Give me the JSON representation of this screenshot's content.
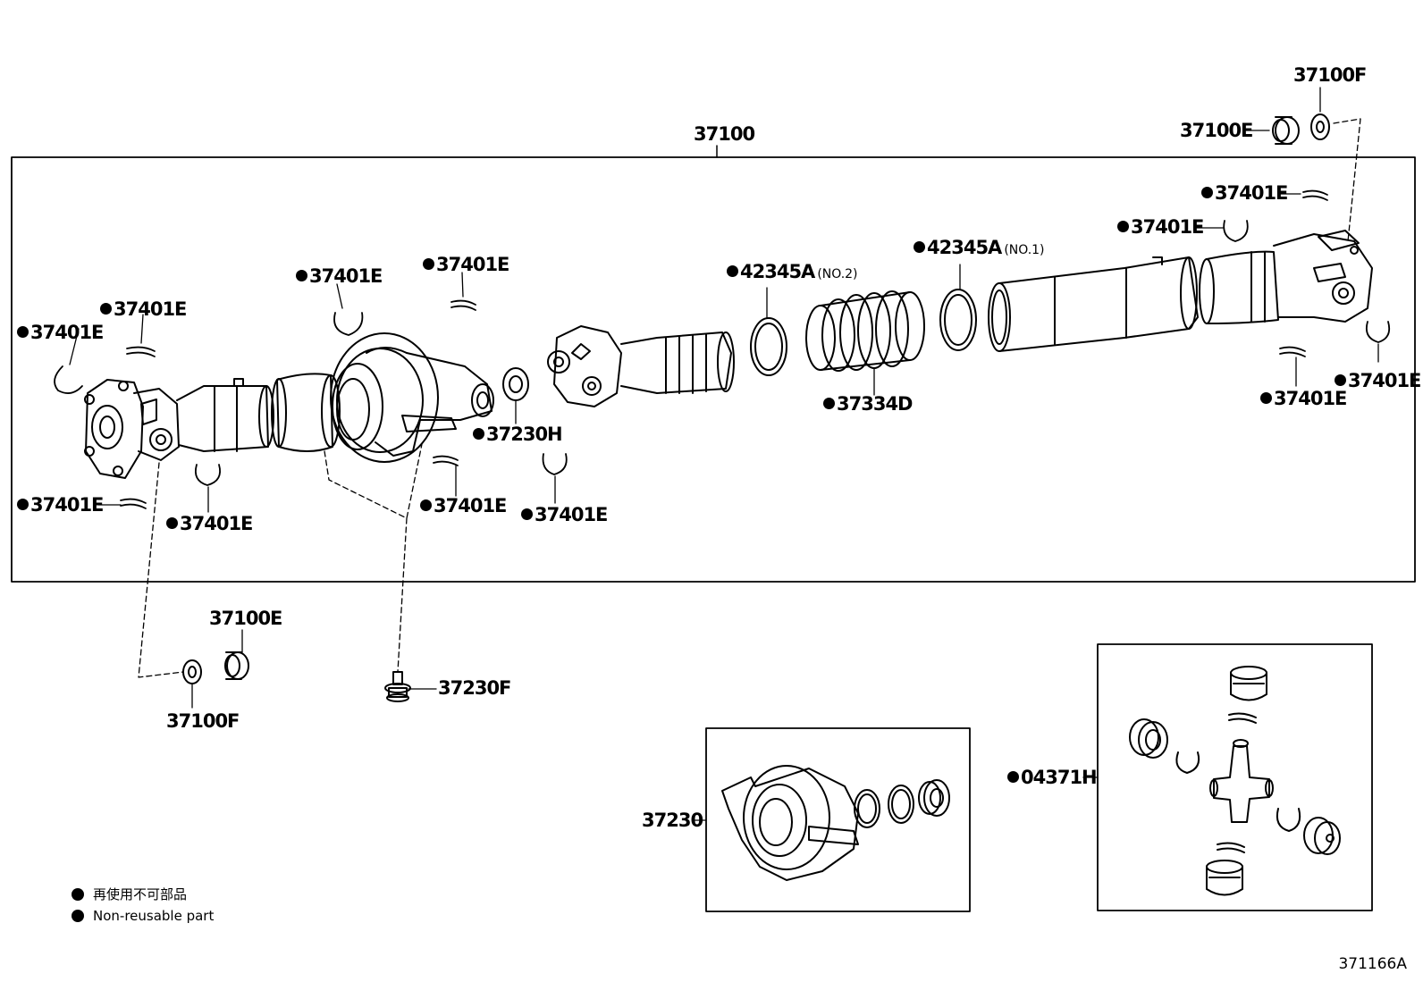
{
  "assembly": {
    "part_no": "37100"
  },
  "callouts": [
    {
      "id": "c-37100F-top",
      "text": "37100F",
      "dot": false
    },
    {
      "id": "c-37100E-top",
      "text": "37100E",
      "dot": false
    },
    {
      "id": "c-e1",
      "text": "37401E",
      "dot": true
    },
    {
      "id": "c-e2",
      "text": "37401E",
      "dot": true
    },
    {
      "id": "c-42345A-1",
      "text": "42345A",
      "dot": true,
      "note": "(NO.1)"
    },
    {
      "id": "c-42345A-2",
      "text": "42345A",
      "dot": true,
      "note": "(NO.2)"
    },
    {
      "id": "c-e3",
      "text": "37401E",
      "dot": true
    },
    {
      "id": "c-e4",
      "text": "37401E",
      "dot": true
    },
    {
      "id": "c-e5",
      "text": "37401E",
      "dot": true
    },
    {
      "id": "c-e6",
      "text": "37401E",
      "dot": true
    },
    {
      "id": "c-e7",
      "text": "37401E",
      "dot": true
    },
    {
      "id": "c-37334D",
      "text": "37334D",
      "dot": true
    },
    {
      "id": "c-37230H",
      "text": "37230H",
      "dot": true
    },
    {
      "id": "c-e8",
      "text": "37401E",
      "dot": true
    },
    {
      "id": "c-e9",
      "text": "37401E",
      "dot": true
    },
    {
      "id": "c-e10",
      "text": "37401E",
      "dot": true
    },
    {
      "id": "c-e11",
      "text": "37401E",
      "dot": true
    },
    {
      "id": "c-e12",
      "text": "37401E",
      "dot": true
    },
    {
      "id": "c-37100E-bot",
      "text": "37100E",
      "dot": false
    },
    {
      "id": "c-37100F-bot",
      "text": "37100F",
      "dot": false
    },
    {
      "id": "c-37230F",
      "text": "37230F",
      "dot": false
    },
    {
      "id": "c-37230",
      "text": "37230",
      "dot": false
    },
    {
      "id": "c-04371H",
      "text": "04371H",
      "dot": true
    }
  ],
  "legend": {
    "line_ja": "再使用不可部品",
    "line_en": "Non-reusable part"
  },
  "figure_id": "371166A"
}
